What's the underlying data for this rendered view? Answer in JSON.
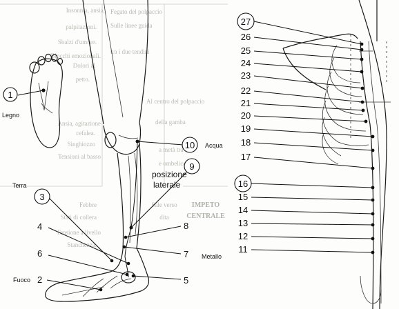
{
  "labels": {
    "legno": "Legno",
    "terra": "Terra",
    "fuoco": "Fuoco",
    "acqua": "Acqua",
    "metallo": "Metallo",
    "posizione": "posizione",
    "laterale": "laterale"
  },
  "leg_points": {
    "p1": "1",
    "p2": "2",
    "p3": "3",
    "p4": "4",
    "p5": "5",
    "p6": "6",
    "p7": "7",
    "p8": "8",
    "p9": "9",
    "p10": "10"
  },
  "spine_points": {
    "p11": "11",
    "p12": "12",
    "p13": "13",
    "p14": "14",
    "p15": "15",
    "p16": "16",
    "p17": "17",
    "p18": "18",
    "p19": "19",
    "p20": "20",
    "p21": "21",
    "p22": "22",
    "p23": "23",
    "p24": "24",
    "p25": "25",
    "p26": "26",
    "p27": "27"
  },
  "bleed_text": {
    "b1": "Insonnia, ansia,",
    "b2": "palpitazioni.",
    "b3": "Sbalzi d'umore.",
    "b4": "Blocchi emozionali.",
    "b5": "Dolori al",
    "b6": "petto.",
    "b7": "Ansia, agitazione",
    "b8": "cefalea.",
    "b9": "Singhiozzo",
    "b10": "Tensioni al basso",
    "b11": "Febbre",
    "b12": "Stati di collera",
    "b13": "Tensione a livello",
    "b14": "Stanchezza.",
    "b15": "IMPETO",
    "b16": "CENTRALE",
    "b17": "Sale verso",
    "b18": "dita",
    "b19": "Fegato del polpaccio",
    "b20": "Sulle linee guida",
    "b21": "tra i due tendini",
    "b22": "Al centro del polpaccio",
    "b23": "della gamba",
    "b24": "a metà tra",
    "b25": "e ombelico"
  }
}
